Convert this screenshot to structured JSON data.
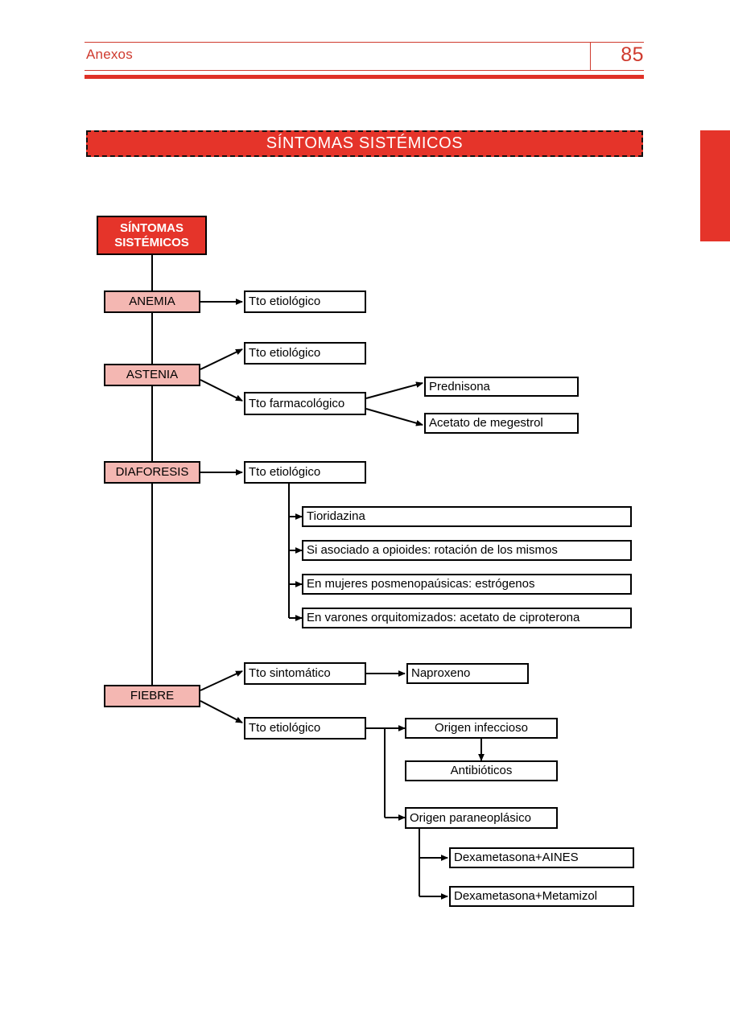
{
  "header": {
    "section": "Anexos",
    "page_number": "85",
    "accent_color": "#cf3a2e"
  },
  "banner": {
    "title": "SÍNTOMAS SISTÉMICOS",
    "fill_color": "#e5342a",
    "text_color": "#ffffff"
  },
  "side_tab": {
    "color": "#e5342a"
  },
  "chart_data": {
    "type": "diagram",
    "title": "SÍNTOMAS SISTÉMICOS",
    "root": "SÍNTOMAS SISTÉMICOS",
    "node_colors": {
      "root": "#e5342a",
      "symptom": "#f4b7b2",
      "treatment": "#ffffff"
    },
    "branches": [
      {
        "symptom": "ANEMIA",
        "treatments": [
          {
            "label": "Tto etiológico",
            "children": []
          }
        ]
      },
      {
        "symptom": "ASTENIA",
        "treatments": [
          {
            "label": "Tto etiológico",
            "children": []
          },
          {
            "label": "Tto farmacológico",
            "children": [
              "Prednisona",
              "Acetato de megestrol"
            ]
          }
        ]
      },
      {
        "symptom": "DIAFORESIS",
        "treatments": [
          {
            "label": "Tto etiológico",
            "children": [
              "Tioridazina",
              "Si asociado a opioides: rotación de los mismos",
              "En mujeres posmenopaúsicas: estrógenos",
              "En varones orquitomizados: acetato de ciproterona"
            ]
          }
        ]
      },
      {
        "symptom": "FIEBRE",
        "treatments": [
          {
            "label": "Tto sintomático",
            "children": [
              "Naproxeno"
            ]
          },
          {
            "label": "Tto etiológico",
            "children": [
              {
                "label": "Origen infeccioso",
                "children": [
                  "Antibióticos"
                ]
              },
              {
                "label": "Origen paraneoplásico",
                "children": [
                  "Dexametasona+AINES",
                  "Dexametasona+Metamizol"
                ]
              }
            ]
          }
        ]
      }
    ]
  },
  "nodes": {
    "root": "SÍNTOMAS SISTÉMICOS",
    "root_line1": "SÍNTOMAS",
    "root_line2": "SISTÉMICOS",
    "anemia": "ANEMIA",
    "astenia": "ASTENIA",
    "diaforesis": "DIAFORESIS",
    "fiebre": "FIEBRE",
    "anemia_tto": "Tto etiológico",
    "astenia_tto1": "Tto etiológico",
    "astenia_tto2": "Tto farmacológico",
    "prednisona": "Prednisona",
    "acetato_megestrol": "Acetato de megestrol",
    "diaforesis_tto": "Tto etiológico",
    "tioridazina": "Tioridazina",
    "opioides": "Si asociado a opioides: rotación de los mismos",
    "posmenopausicas": "En mujeres posmenopaúsicas: estrógenos",
    "orquitomizados": "En varones orquitomizados: acetato de ciproterona",
    "fiebre_tto1": "Tto sintomático",
    "naproxeno": "Naproxeno",
    "fiebre_tto2": "Tto etiológico",
    "origen_infeccioso": "Origen infeccioso",
    "antibioticos": "Antibióticos",
    "origen_paraneoplasico": "Origen paraneoplásico",
    "dexa_aines": "Dexametasona+AINES",
    "dexa_metamizol": "Dexametasona+Metamizol"
  }
}
